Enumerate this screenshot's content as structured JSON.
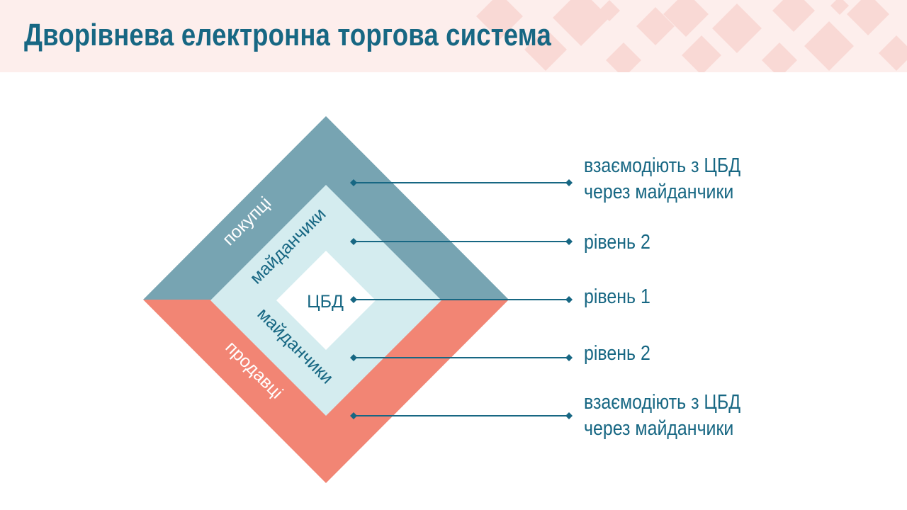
{
  "slide": {
    "title": "Дворівнева електронна торгова система"
  },
  "diagram": {
    "layers": {
      "buyers": "покупці",
      "platforms_top": "майданчики",
      "core": "ЦБД",
      "platforms_bottom": "майданчики",
      "sellers": "продавці"
    },
    "callouts": {
      "buyers": {
        "line1": "взаємодіють з ЦБД",
        "line2": "через майданчики"
      },
      "platforms_top": "рівень 2",
      "core": "рівень 1",
      "platforms_bottom": "рівень 2",
      "sellers": {
        "line1": "взаємодіють з ЦБД",
        "line2": "через майданчики"
      }
    }
  },
  "colors": {
    "title": "#176783",
    "header_background": "#fdeeec",
    "header_pattern": "#f9d9d5",
    "buyers_layer": "#77a4b2",
    "sellers_layer": "#f28574",
    "platforms_layer": "#d4ecef",
    "core_layer": "#ffffff",
    "connector": "#176783",
    "layer_text_light": "#ffffff",
    "layer_text_dark": "#176783"
  }
}
